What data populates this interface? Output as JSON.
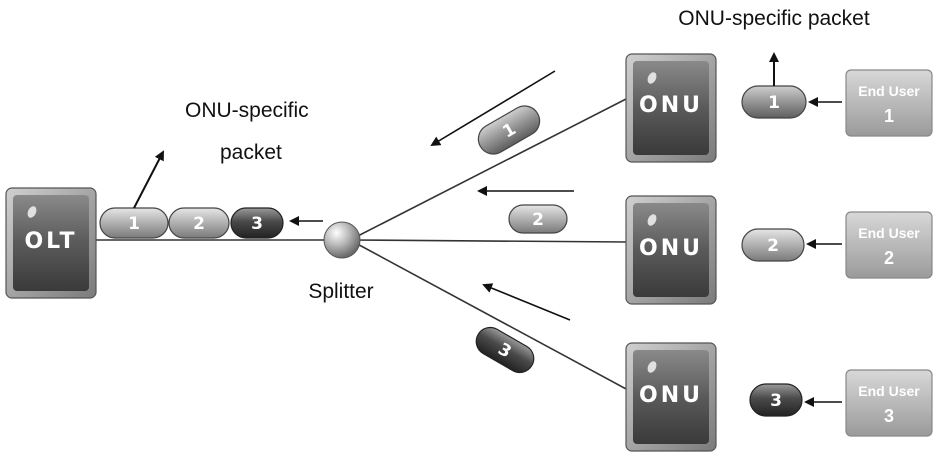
{
  "diagram": {
    "olt": {
      "label": "OLT"
    },
    "splitter": {
      "label": "Splitter"
    },
    "onus": [
      {
        "label": "ONU"
      },
      {
        "label": "ONU"
      },
      {
        "label": "ONU"
      }
    ],
    "end_users": [
      {
        "line1": "End User",
        "number": "1"
      },
      {
        "line1": "End User",
        "number": "2"
      },
      {
        "line1": "End User",
        "number": "3"
      }
    ],
    "onu_packets": [
      "1",
      "2",
      "3"
    ],
    "fiber_packets": [
      "1",
      "2",
      "3"
    ],
    "olt_packets": [
      "1",
      "2",
      "3"
    ],
    "captions": {
      "left_line1": "ONU-specific",
      "left_line2": "packet",
      "top_right": "ONU-specific packet"
    }
  }
}
